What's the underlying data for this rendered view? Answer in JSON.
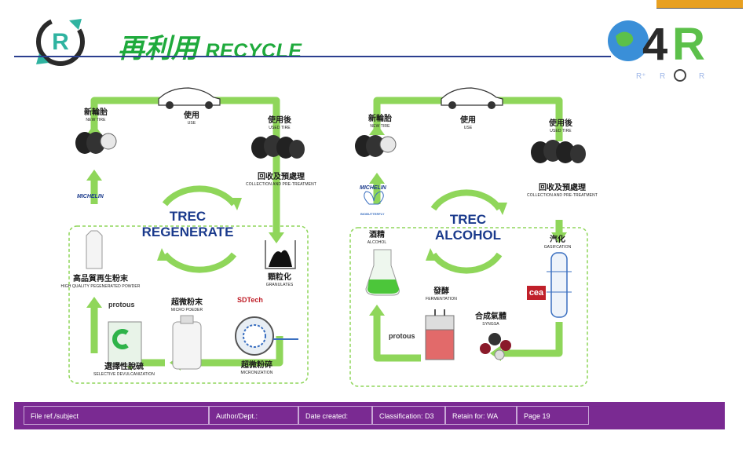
{
  "header": {
    "title_zh": "再利用",
    "title_en": "RECYCLE"
  },
  "regenerate": {
    "center": [
      "TREC",
      "REGENERATE"
    ],
    "new_tire": {
      "zh": "新輪胎",
      "en": "NEW TIRE"
    },
    "use": {
      "zh": "使用",
      "en": "USE"
    },
    "used_tire": {
      "zh": "使用後",
      "en": "USED TIRE"
    },
    "collection": {
      "zh": "回收及預處理",
      "en": "COLLECTION AND PRE-TREATMENT"
    },
    "granulates": {
      "zh": "顆粒化",
      "en": "GRANULATES"
    },
    "micronization": {
      "zh": "超微粉碎",
      "en": "MICRONIZATION"
    },
    "micropowder": {
      "zh": "超微粉末",
      "en": "MICRO POEDER"
    },
    "selective": {
      "zh": "選擇性脫硫",
      "en": "SELECTIVE DEVULCANIZATION"
    },
    "hq_powder": {
      "zh": "高品質再生粉末",
      "en": "HIGH QUALITY PEGENERATED POWDER"
    },
    "brand_michelin": "MICHELIN",
    "brand_sdtech": "SDTech",
    "brand_protous": "protous"
  },
  "alcohol": {
    "center": [
      "TREC",
      "ALCOHOL"
    ],
    "new_tire": {
      "zh": "新輪胎",
      "en": "NEW TIRE"
    },
    "use": {
      "zh": "使用",
      "en": "USE"
    },
    "used_tire": {
      "zh": "使用後",
      "en": "USED TIRE"
    },
    "collection": {
      "zh": "回收及預處理",
      "en": "COLLECTION AND PRE-TREATMENT"
    },
    "gasification": {
      "zh": "汽化",
      "en": "GASIFCATION"
    },
    "syngas": {
      "zh": "合成氣體",
      "en": "SYNGSA"
    },
    "fermentation": {
      "zh": "發酵",
      "en": "FERMENTATION"
    },
    "alcohol": {
      "zh": "酒精",
      "en": "ALCOHOL"
    },
    "brand_michelin": "MICHELIN",
    "brand_biobutterfly": "BIOBUTTERFLY",
    "brand_cea": "cea",
    "brand_protous": "protous"
  },
  "footer": {
    "file_ref": "File ref./subject",
    "author": "Author/Dept.:",
    "date_created": "Date created:",
    "classification": "Classification: D3",
    "retain": "Retain for: WA",
    "page": "Page  19"
  },
  "colors": {
    "arrow_green": "#8fd65a",
    "title_green": "#1faa3c",
    "footer_purple": "#7a2a92",
    "center_text": "#1a3a8c"
  }
}
